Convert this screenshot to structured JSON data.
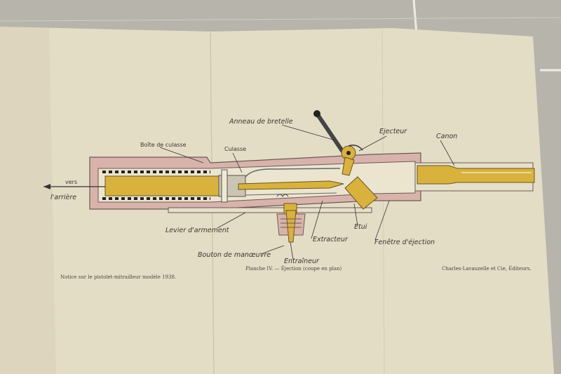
{
  "plate": {
    "left_footer": "Notice sur le pistolet-mitrailleur modèle 1938.",
    "caption": "Planche IV. — Éjection (coupe en plan)",
    "publisher": "Charles-Lavauzelle et Cie, Éditeurs."
  },
  "labels": {
    "anneau": "Anneau de bretelle",
    "ejecteur": "Ejecteur",
    "canon": "Canon",
    "boite": "Boîte de culasse",
    "culasse": "Culasse",
    "vers": "vers",
    "arriere": "l'arrière",
    "levier": "Levier d'armement",
    "extracteur": "Extracteur",
    "etui": "Etui",
    "fenetre": "Fenêtre d'éjection",
    "bouton": "Bouton de manœuvre",
    "entraineur": "Entraîneur"
  },
  "colors": {
    "paper": "#e6dfc9",
    "brass": "#d8b13a",
    "pink": "#d9b2ad"
  }
}
